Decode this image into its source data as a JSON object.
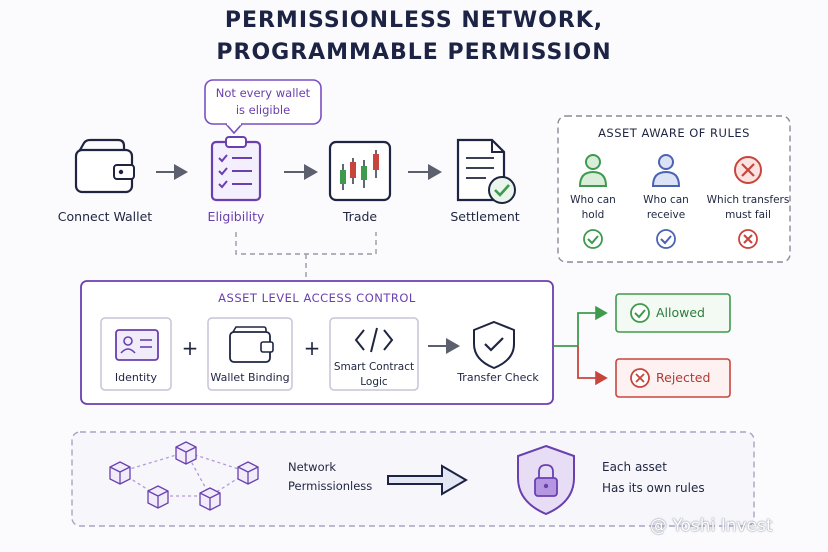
{
  "title": {
    "line1": "PERMISSIONLESS NETWORK,",
    "line2": "PROGRAMMABLE PERMISSION"
  },
  "callout": {
    "line1": "Not every wallet",
    "line2": "is eligible"
  },
  "flow": {
    "connect_wallet": "Connect Wallet",
    "eligibility": "Eligibility",
    "trade": "Trade",
    "settlement": "Settlement"
  },
  "rules_panel": {
    "title": "ASSET AWARE OF RULES",
    "items": [
      {
        "line1": "Who can",
        "line2": "hold",
        "color": "#3f9a4e"
      },
      {
        "line1": "Who can",
        "line2": "receive",
        "color": "#4a63b4"
      },
      {
        "line1": "Which transfers",
        "line2": "must fail",
        "color": "#c8453d"
      }
    ]
  },
  "access_control": {
    "title": "ASSET LEVEL ACCESS CONTROL",
    "identity": "Identity",
    "wallet_binding": "Wallet Binding",
    "smart_contract_line1": "Smart Contract",
    "smart_contract_line2": "Logic",
    "plus": "+",
    "transfer_check": "Transfer Check"
  },
  "outcomes": {
    "allowed": "Allowed",
    "rejected": "Rejected"
  },
  "bottom": {
    "network_line1": "Network",
    "network_line2": "Permissionless",
    "asset_line1": "Each asset",
    "asset_line2": "Has its own rules"
  },
  "watermark": "@ Yoshi Invest",
  "colors": {
    "accent": "#6a3fb0",
    "navy": "#1c2344",
    "green": "#3f9a4e",
    "red": "#c8453d",
    "blue": "#4a63b4"
  }
}
